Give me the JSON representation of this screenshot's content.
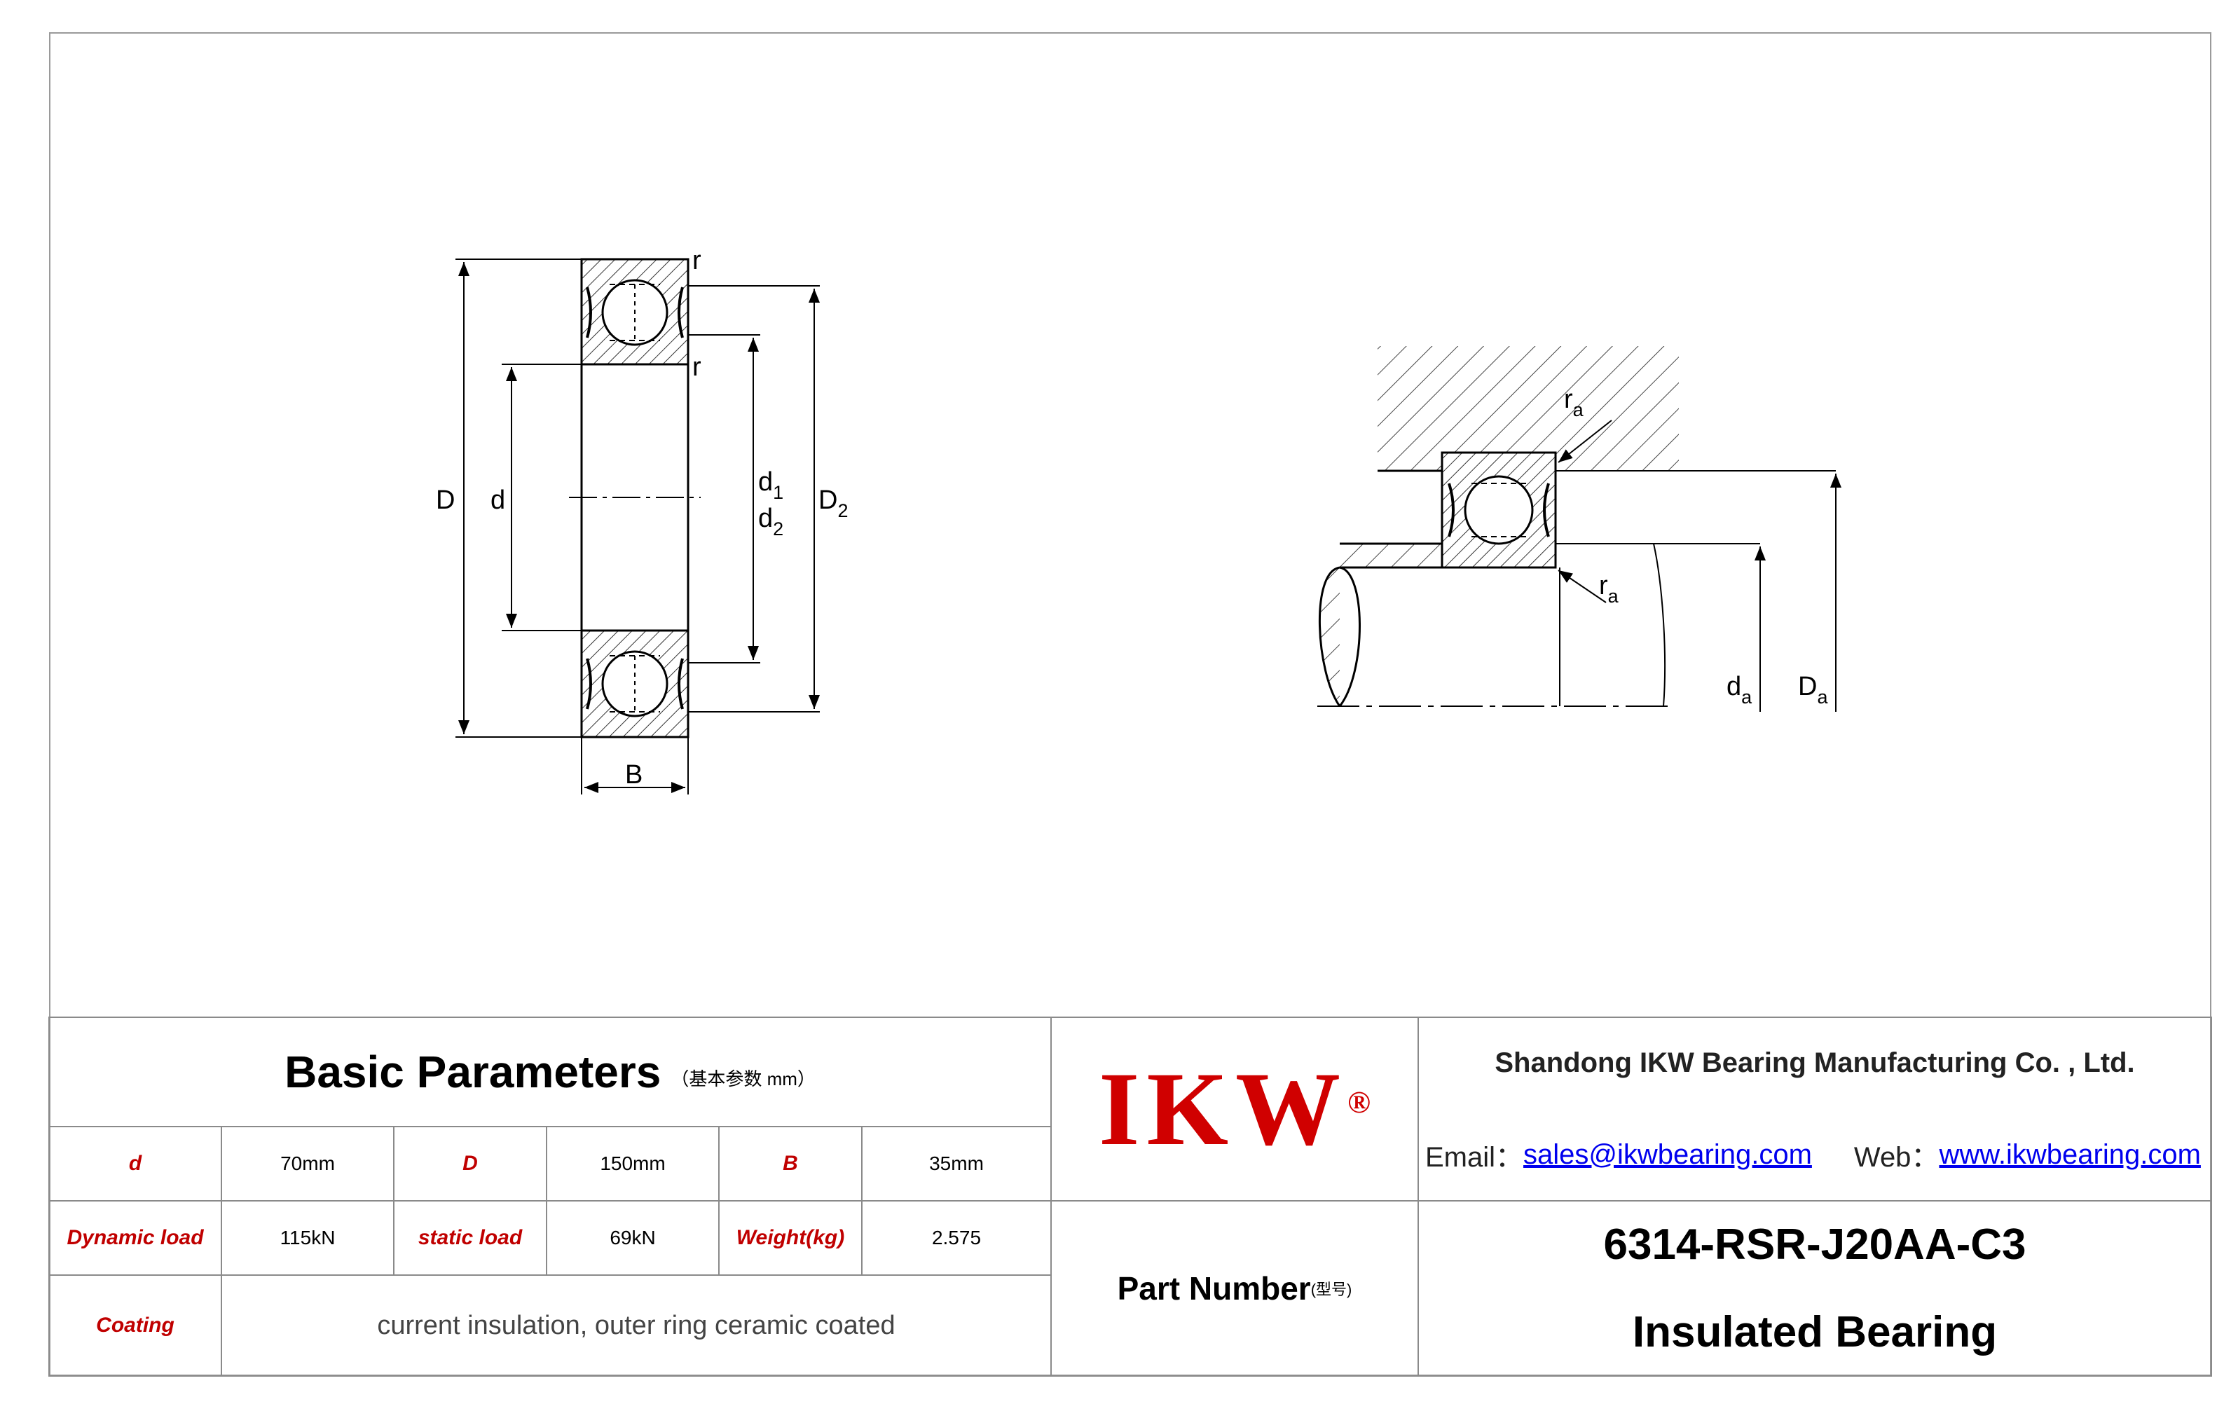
{
  "drawing_labels": {
    "D": "D",
    "d": "d",
    "d1": "d",
    "d1_sub": "1",
    "d2": "d",
    "d2_sub": "2",
    "D2": "D",
    "D2_sub": "2",
    "B": "B",
    "r_top": "r",
    "r_inner": "r",
    "ra_top": "r",
    "ra_top_sub": "a",
    "ra_bottom": "r",
    "ra_bottom_sub": "a",
    "da": "d",
    "da_sub": "a",
    "Da": "D",
    "Da_sub": "a"
  },
  "basic_parameters": {
    "title": "Basic Parameters",
    "subtitle": "（基本参数 mm）",
    "row1": {
      "d_label": "d",
      "d_value": "70mm",
      "D_label": "D",
      "D_value": "150mm",
      "B_label": "B",
      "B_value": "35mm"
    },
    "row2": {
      "dyn_label": "Dynamic load",
      "dyn_value": "115kN",
      "static_label": "static load",
      "static_value": "69kN",
      "weight_label": "Weight(kg)",
      "weight_value": "2.575"
    },
    "row3": {
      "coating_label": "Coating",
      "coating_value": "current insulation, outer ring ceramic coated"
    }
  },
  "logo": {
    "text": "IKW",
    "mark": "®"
  },
  "company": {
    "name": "Shandong IKW Bearing Manufacturing Co. , Ltd.",
    "email_label": "Email：",
    "email": "sales@ikwbearing.com",
    "web_label": "Web：",
    "web": "www.ikwbearing.com"
  },
  "part": {
    "label": "Part Number",
    "label_cn": "(型号)",
    "number": "6314-RSR-J20AA-C3",
    "type": "Insulated Bearing"
  },
  "colors": {
    "label_red": "#c00000",
    "logo_red": "#d00000",
    "link_blue": "#0000ee",
    "border_gray": "#9a9a9a"
  }
}
